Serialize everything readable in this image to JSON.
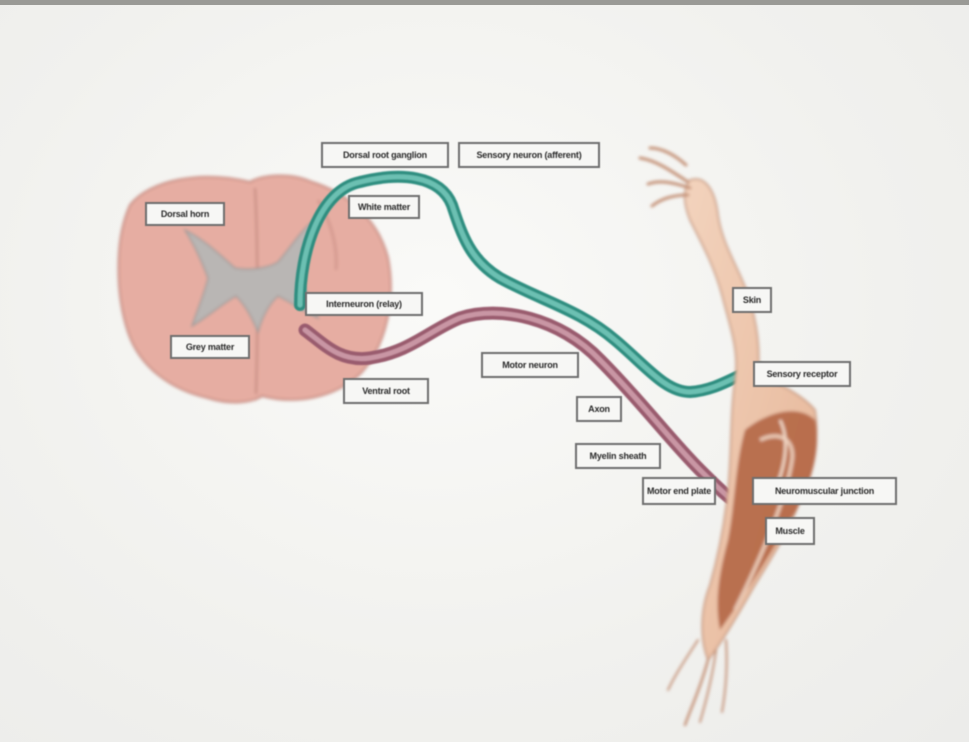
{
  "figure": {
    "labels": [
      {
        "id": "dorsal-root-ganglion",
        "text": "Dorsal root ganglion"
      },
      {
        "id": "sensory-neuron",
        "text": "Sensory neuron (afferent)"
      },
      {
        "id": "dorsal-horn",
        "text": "Dorsal horn"
      },
      {
        "id": "white-matter",
        "text": "White matter"
      },
      {
        "id": "interneuron",
        "text": "Interneuron (relay)"
      },
      {
        "id": "grey-matter",
        "text": "Grey matter"
      },
      {
        "id": "ventral-root",
        "text": "Ventral root"
      },
      {
        "id": "motor-neuron",
        "text": "Motor neuron"
      },
      {
        "id": "axon",
        "text": "Axon"
      },
      {
        "id": "myelin-sheath",
        "text": "Myelin sheath"
      },
      {
        "id": "skin",
        "text": "Skin"
      },
      {
        "id": "sensory-receptor",
        "text": "Sensory receptor"
      },
      {
        "id": "motor-end-plate",
        "text": "Motor end plate"
      },
      {
        "id": "neuromuscular-junction",
        "text": "Neuromuscular junction"
      },
      {
        "id": "muscle",
        "text": "Muscle"
      }
    ]
  },
  "colors": {
    "spinal_cord": "#e9b3a8",
    "grey_matter": "#b9b6b4",
    "sensory_pathway": "#3f9e8f",
    "motor_pathway": "#a86b7c",
    "arm_skin": "#f0c9b0",
    "muscle": "#b0603f"
  }
}
